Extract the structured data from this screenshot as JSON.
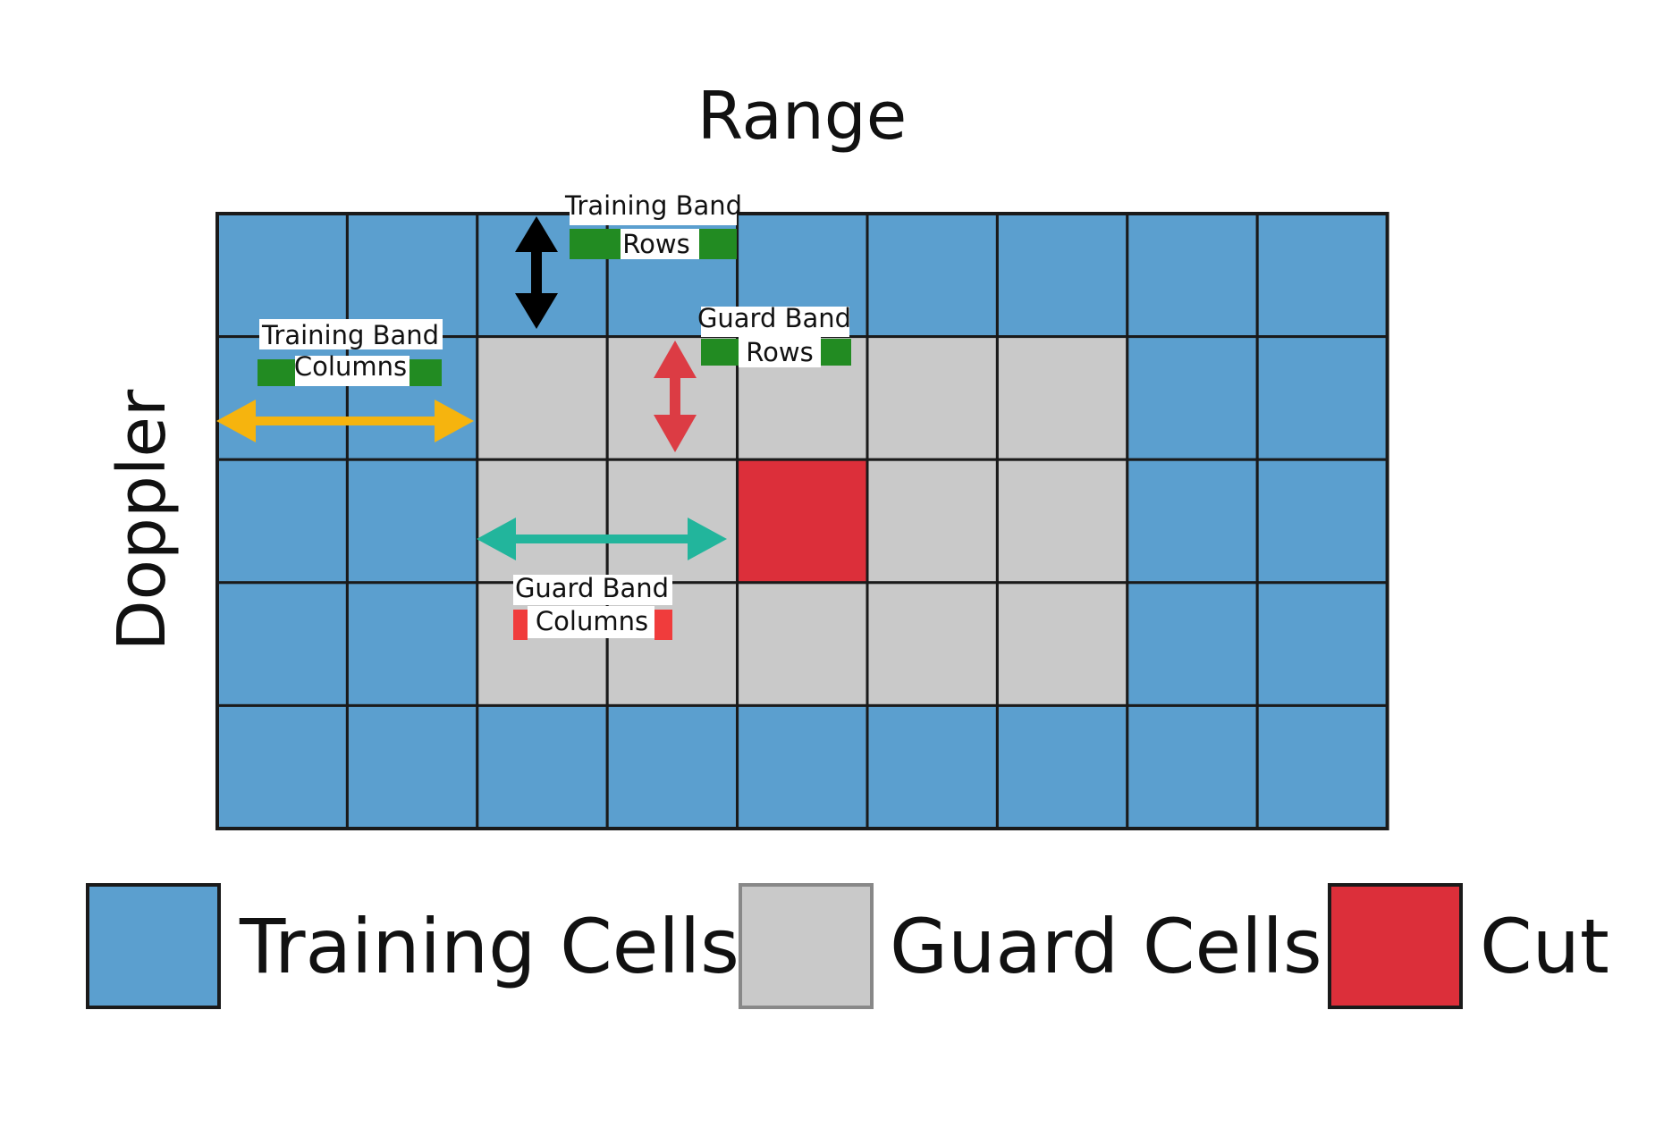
{
  "axes": {
    "x_label": "Range",
    "y_label": "Doppler"
  },
  "grid": {
    "rows": 5,
    "cols": 9,
    "cells": [
      [
        "T",
        "T",
        "T",
        "T",
        "T",
        "T",
        "T",
        "T",
        "T"
      ],
      [
        "T",
        "T",
        "G",
        "G",
        "G",
        "G",
        "G",
        "T",
        "T"
      ],
      [
        "T",
        "T",
        "G",
        "G",
        "C",
        "G",
        "G",
        "T",
        "T"
      ],
      [
        "T",
        "T",
        "G",
        "G",
        "G",
        "G",
        "G",
        "T",
        "T"
      ],
      [
        "T",
        "T",
        "T",
        "T",
        "T",
        "T",
        "T",
        "T",
        "T"
      ]
    ]
  },
  "annotations": {
    "training_band_rows": {
      "line1": "Training Band",
      "line2": "Rows"
    },
    "training_band_columns": {
      "line1": "Training Band",
      "line2": "Columns"
    },
    "guard_band_rows": {
      "line1": "Guard Band",
      "line2": "Rows"
    },
    "guard_band_columns": {
      "line1": "Guard Band",
      "line2": "Columns"
    }
  },
  "legend": [
    {
      "key": "T",
      "label": "Training Cells"
    },
    {
      "key": "G",
      "label": "Guard Cells"
    },
    {
      "key": "C",
      "label": "Cut"
    }
  ],
  "colors": {
    "training": "#5b9fcf",
    "guard": "#c9c9c9",
    "cut": "#dc2f3a",
    "grid_line": "#1a1a1a",
    "training_arrow_rows": "#000000",
    "training_arrow_cols": "#f6b40e",
    "guard_arrow_rows": "#dc3c44",
    "guard_arrow_cols": "#22b59c",
    "tag_green": "#228b22",
    "tag_red": "#f03c3c"
  }
}
